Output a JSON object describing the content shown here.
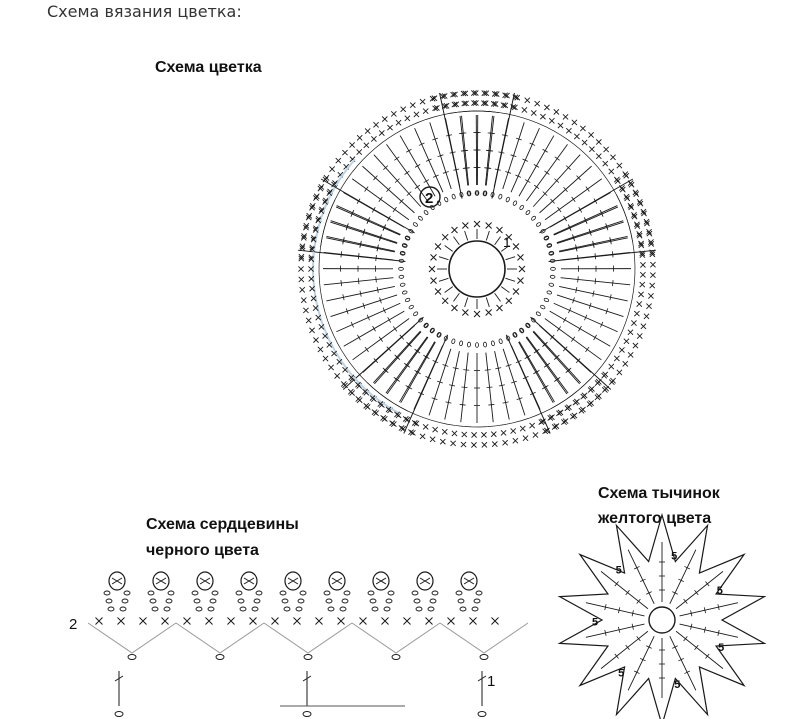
{
  "page": {
    "title": "Схема вязания цветка:"
  },
  "diagram": {
    "flower": {
      "title": "Схема цветка",
      "row_marks": [
        "1",
        "2"
      ],
      "petal_count": 5
    },
    "center": {
      "title_line1": "Схема сердцевины",
      "title_line2": "черного цвета",
      "row_marks": [
        "2",
        "1"
      ],
      "repeat_count": 9
    },
    "stamens": {
      "title_line1": "Схема тычинок",
      "title_line2": "желтого цвета",
      "point_count": 14,
      "point_mark": "5"
    },
    "colors": {
      "line": "#1a1a1a",
      "ghost_blue": "#bcd3e6"
    }
  }
}
